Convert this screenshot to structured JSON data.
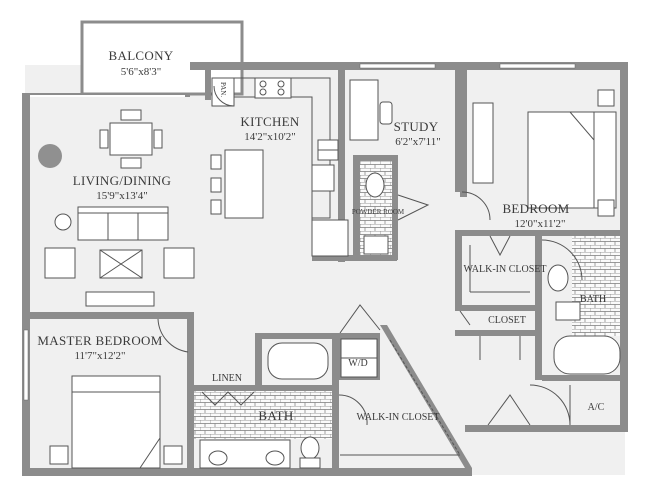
{
  "rooms": {
    "balcony": {
      "name": "BALCONY",
      "dims": "5'6\"x8'3\""
    },
    "kitchen": {
      "name": "KITCHEN",
      "dims": "14'2\"x10'2\""
    },
    "pantry": {
      "name": "PAN."
    },
    "study": {
      "name": "STUDY",
      "dims": "6'2\"x7'11\""
    },
    "bedroom": {
      "name": "BEDROOM",
      "dims": "12'0\"x11'2\""
    },
    "living_dining": {
      "name": "LIVING/DINING",
      "dims": "15'9\"x13'4\""
    },
    "powder_room": {
      "name": "POWDER ROOM"
    },
    "walk_in_closet_1": {
      "name": "WALK-IN CLOSET"
    },
    "bath_2": {
      "name": "BATH"
    },
    "closet": {
      "name": "CLOSET"
    },
    "master_bedroom": {
      "name": "MASTER BEDROOM",
      "dims": "11'7\"x12'2\""
    },
    "linen": {
      "name": "LINEN"
    },
    "washer_dryer": {
      "name": "W/D"
    },
    "master_bath": {
      "name": "BATH"
    },
    "walk_in_closet_2": {
      "name": "WALK-IN CLOSET"
    },
    "ac": {
      "name": "A/C"
    }
  }
}
